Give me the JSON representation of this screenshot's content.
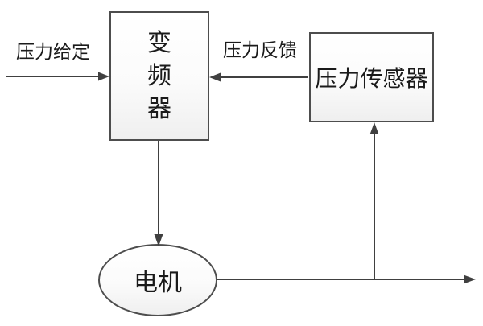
{
  "diagram": {
    "title": "pressure-control-loop",
    "background": "#ffffff",
    "line_color": "#404040",
    "border_color": "#4d4d4d",
    "text_color": "#1a1a1a"
  },
  "nodes": {
    "inverter": {
      "label": "变频器",
      "shape": "rectangle"
    },
    "sensor": {
      "label": "压力传感器",
      "shape": "rectangle"
    },
    "motor": {
      "label": "电机",
      "shape": "ellipse"
    }
  },
  "labels": {
    "setpoint": "压力给定",
    "feedback": "压力反馈"
  },
  "edges": [
    {
      "name": "setpoint-arrow",
      "from": "input",
      "to": "inverter",
      "label": "压力给定"
    },
    {
      "name": "feedback-arrow",
      "from": "sensor",
      "to": "inverter",
      "label": "压力反馈"
    },
    {
      "name": "drive-arrow",
      "from": "inverter",
      "to": "motor",
      "label": ""
    },
    {
      "name": "output-arrow",
      "from": "motor",
      "to": "output",
      "label": ""
    },
    {
      "name": "sense-arrow",
      "from": "output-line",
      "to": "sensor",
      "label": ""
    }
  ]
}
